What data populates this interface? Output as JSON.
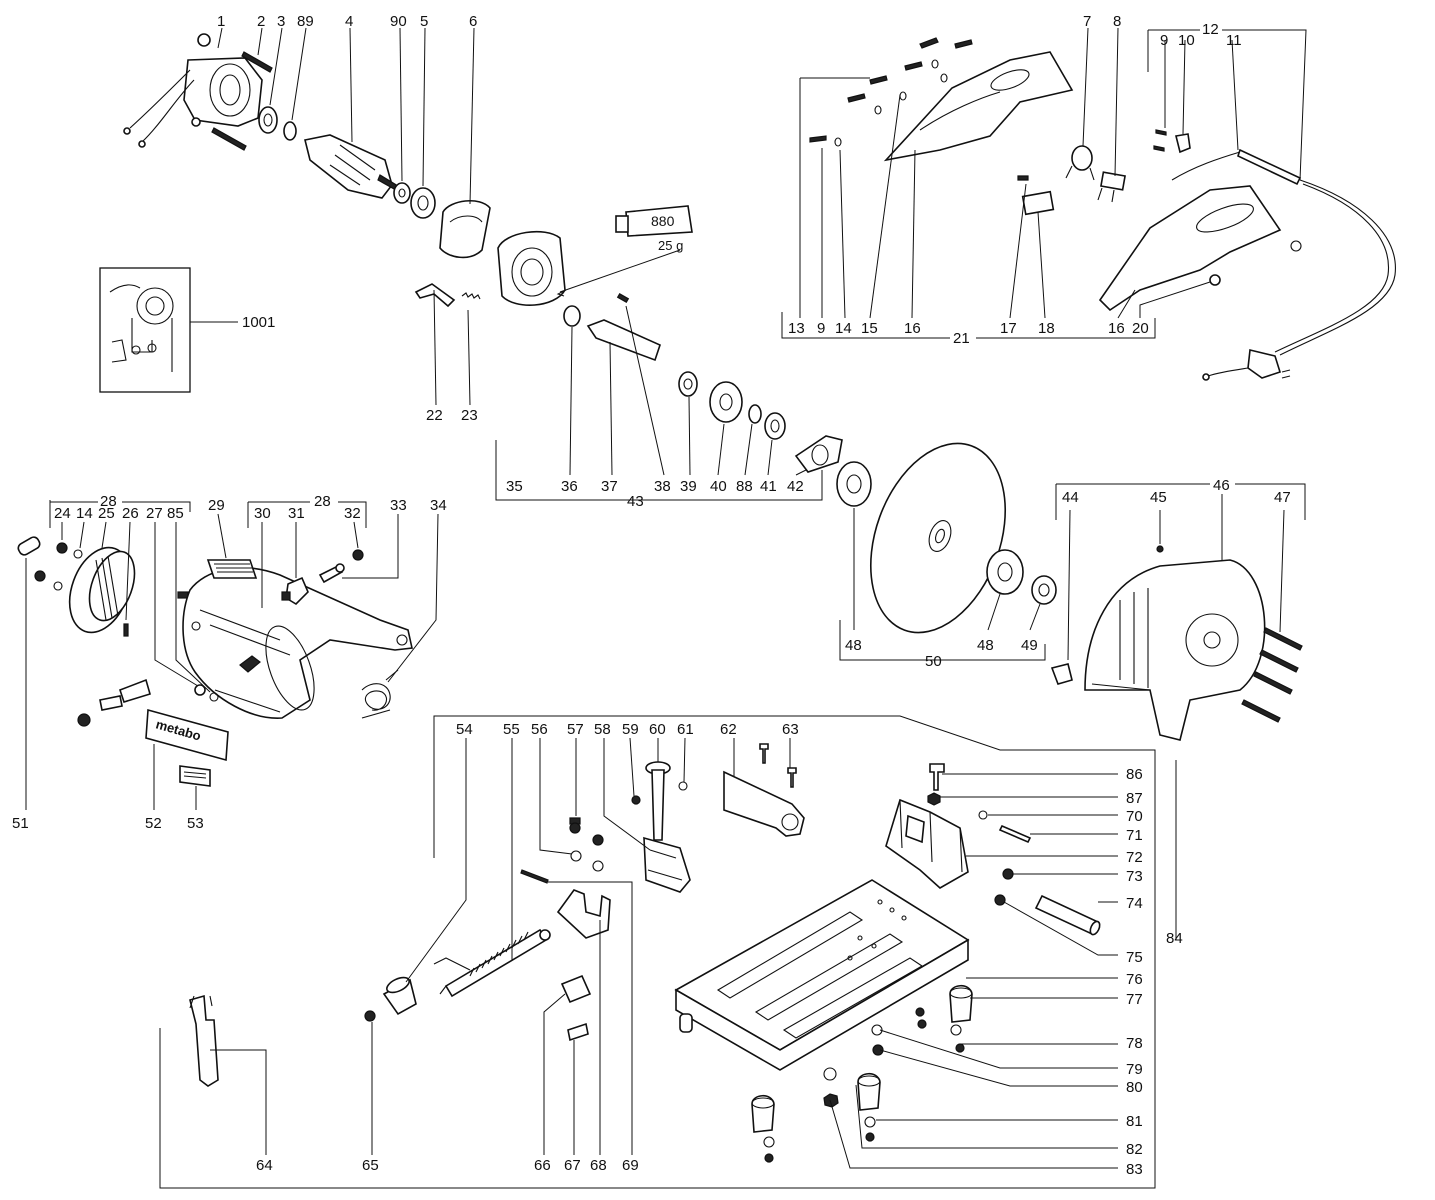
{
  "diagram": {
    "labels": [
      "1",
      "2",
      "3",
      "89",
      "4",
      "90",
      "5",
      "6",
      "7",
      "8",
      "9",
      "10",
      "12",
      "11",
      "13",
      "9",
      "14",
      "15",
      "16",
      "21",
      "17",
      "18",
      "16",
      "20",
      "1001",
      "880",
      "25 g",
      "22",
      "23",
      "35",
      "36",
      "37",
      "38",
      "39",
      "40",
      "88",
      "41",
      "42",
      "43",
      "28",
      "24",
      "14",
      "25",
      "26",
      "27",
      "85",
      "29",
      "28",
      "30",
      "31",
      "32",
      "33",
      "34",
      "51",
      "52",
      "53",
      "metabo",
      "44",
      "45",
      "46",
      "47",
      "48",
      "48",
      "49",
      "50",
      "54",
      "55",
      "56",
      "57",
      "58",
      "59",
      "60",
      "61",
      "62",
      "63",
      "86",
      "87",
      "70",
      "71",
      "72",
      "73",
      "74",
      "75",
      "76",
      "77",
      "78",
      "79",
      "80",
      "81",
      "82",
      "83",
      "84",
      "64",
      "65",
      "66",
      "67",
      "68",
      "69"
    ]
  }
}
